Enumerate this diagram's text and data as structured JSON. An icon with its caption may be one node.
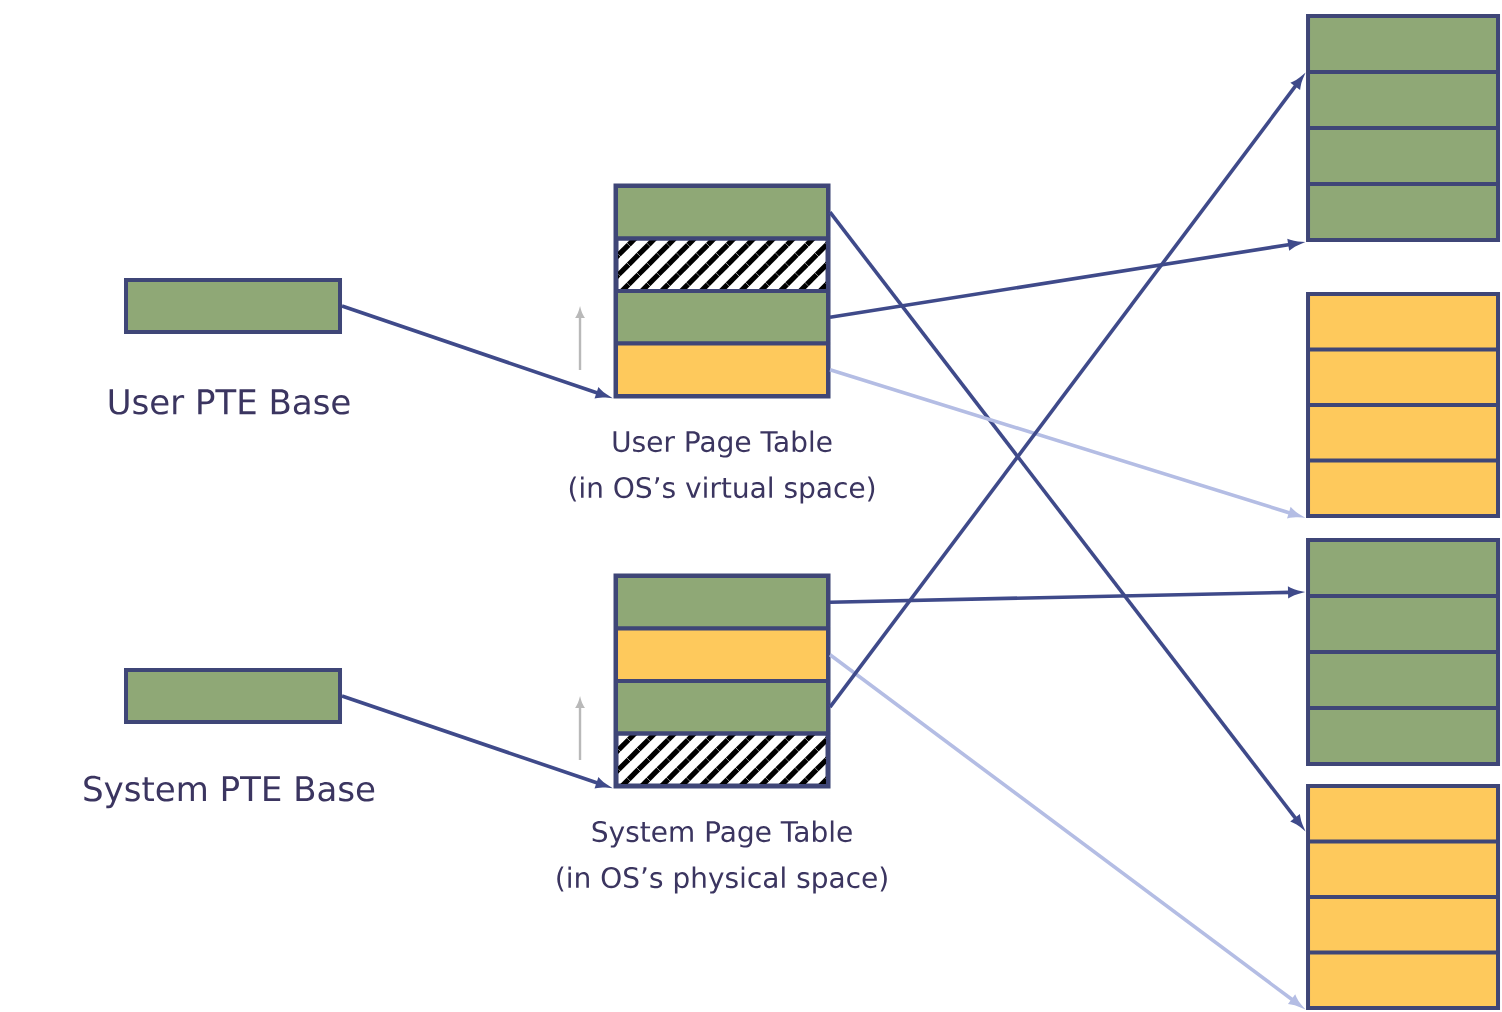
{
  "diagram": {
    "nodes": [
      {
        "text": [
          "User PTE Base"
        ]
      },
      {
        "text": [
          "User Page Table",
          "(in OS’s virtual space)"
        ]
      },
      {
        "text": [],
        "shape": "box",
        "in": 1
      },
      {
        "text": [],
        "shape": "box",
        "in": 1
      },
      {
        "text": [],
        "shape": "box",
        "in": 1
      },
      {
        "text": [],
        "shape": "box",
        "in": 1
      },
      {
        "text": [
          "System PTE Base"
        ]
      },
      {
        "text": [
          "System Page Table",
          "(in OS’s physical space)"
        ]
      },
      {
        "text": [],
        "shape": "box",
        "in": 7
      },
      {
        "text": [],
        "shape": "box",
        "in": 7
      },
      {
        "text": [],
        "shape": "box",
        "in": 7
      },
      {
        "text": [],
        "shape": "box",
        "in": 7
      },
      {
        "text": [],
        "shape": "box"
      },
      {
        "text": [],
        "shape": "box"
      },
      {
        "text": [],
        "shape": "box"
      },
      {
        "text": [],
        "shape": "box"
      }
    ],
    "edges": [
      {
        "from": 0,
        "to": 1,
        "arrow": "to"
      },
      {
        "from": 6,
        "to": 7,
        "arrow": "to"
      },
      {
        "from": 2,
        "to": 15,
        "arrow": "to"
      },
      {
        "from": 4,
        "to": 12,
        "arrow": "to"
      },
      {
        "from": 5,
        "to": 13,
        "arrow": "to",
        "color": "#b4bde4"
      },
      {
        "from": 8,
        "to": 14,
        "arrow": "to"
      },
      {
        "from": 9,
        "to": 15,
        "arrow": "to",
        "color": "#b4bde4"
      },
      {
        "from": 10,
        "to": 12,
        "arrow": "to"
      }
    ]
  }
}
